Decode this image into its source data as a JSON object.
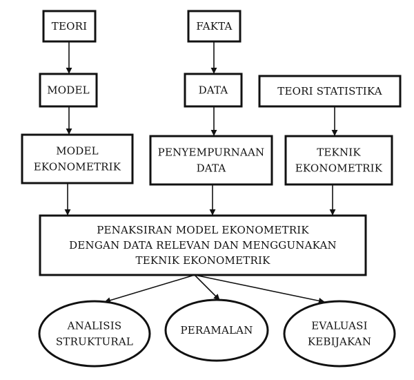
{
  "diagram": {
    "nodes": {
      "teori": {
        "lines": [
          "TEORI"
        ]
      },
      "fakta": {
        "lines": [
          "FAKTA"
        ]
      },
      "model": {
        "lines": [
          "MODEL"
        ]
      },
      "data": {
        "lines": [
          "DATA"
        ]
      },
      "teori_statistika": {
        "lines": [
          "TEORI STATISTIKA"
        ]
      },
      "model_ekonometrik": {
        "lines": [
          "MODEL",
          "EKONOMETRIK"
        ]
      },
      "penyempurnaan_data": {
        "lines": [
          "PENYEMPURNAAN",
          "DATA"
        ]
      },
      "teknik_ekonometrik": {
        "lines": [
          "TEKNIK",
          "EKONOMETRIK"
        ]
      },
      "penaksiran": {
        "lines": [
          "PENAKSIRAN MODEL EKONOMETRIK",
          "DENGAN DATA RELEVAN DAN MENGGUNAKAN",
          "TEKNIK EKONOMETRIK"
        ]
      },
      "analisis_struktural": {
        "lines": [
          "ANALISIS",
          "STRUKTURAL"
        ]
      },
      "peramalan": {
        "lines": [
          "PERAMALAN"
        ]
      },
      "evaluasi_kebijakan": {
        "lines": [
          "EVALUASI",
          "KEBIJAKAN"
        ]
      }
    },
    "edges": [
      {
        "from": "teori",
        "to": "model"
      },
      {
        "from": "model",
        "to": "model_ekonometrik"
      },
      {
        "from": "fakta",
        "to": "data"
      },
      {
        "from": "data",
        "to": "penyempurnaan_data"
      },
      {
        "from": "teori_statistika",
        "to": "teknik_ekonometrik"
      },
      {
        "from": "model_ekonometrik",
        "to": "penaksiran"
      },
      {
        "from": "penyempurnaan_data",
        "to": "penaksiran"
      },
      {
        "from": "teknik_ekonometrik",
        "to": "penaksiran"
      },
      {
        "from": "penaksiran",
        "to": "analisis_struktural"
      },
      {
        "from": "penaksiran",
        "to": "peramalan"
      },
      {
        "from": "penaksiran",
        "to": "evaluasi_kebijakan"
      }
    ]
  }
}
